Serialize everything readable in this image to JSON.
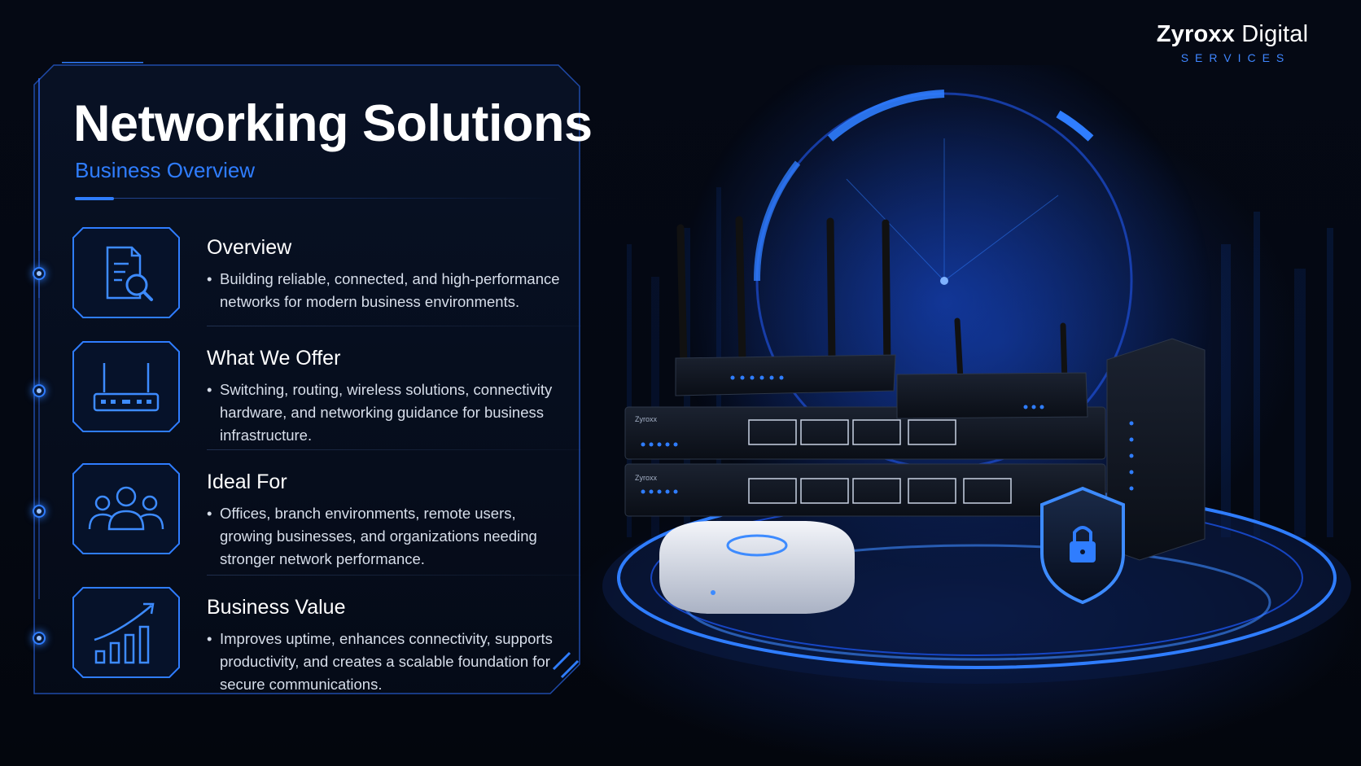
{
  "brand": {
    "name_bold": "Zyroxx",
    "name_light": " Digital",
    "subtitle": "SERVICES"
  },
  "header": {
    "title": "Networking Solutions",
    "subtitle": "Business Overview"
  },
  "sections": [
    {
      "title": "Overview",
      "icon": "document-search-icon",
      "body": "Building reliable, connected, and high-performance networks for modern business environments."
    },
    {
      "title": "What We Offer",
      "icon": "router-icon",
      "body": "Switching, routing, wireless solutions, connectivity hardware, and networking guidance for business infrastructure."
    },
    {
      "title": "Ideal For",
      "icon": "users-group-icon",
      "body": "Offices, branch environments, remote users, growing businesses, and organizations needing stronger network performance."
    },
    {
      "title": "Business Value",
      "icon": "growth-chart-icon",
      "body": "Improves uptime, enhances connectivity, supports productivity, and creates a scalable foundation for secure communications."
    }
  ],
  "devices": {
    "switch_brand_top": "Zyroxx",
    "switch_brand_bottom": "Zyroxx"
  },
  "colors": {
    "accent": "#2f7dff",
    "glow": "#1e5bff",
    "background": "#03060f"
  }
}
